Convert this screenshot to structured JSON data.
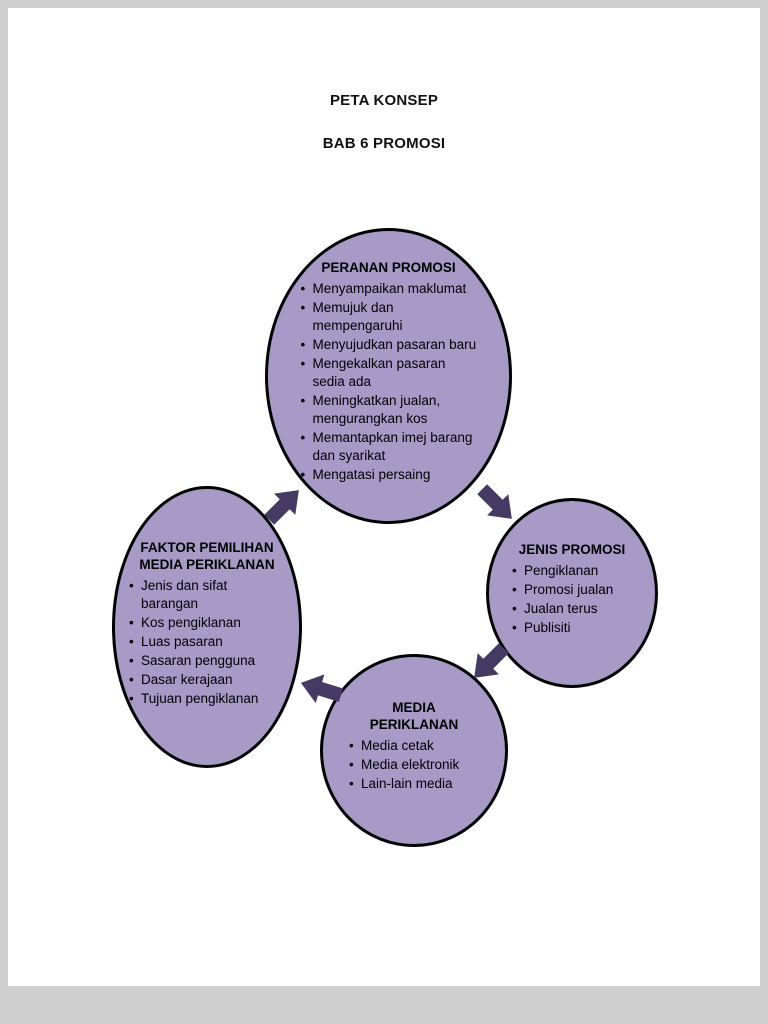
{
  "page": {
    "title": "PETA KONSEP",
    "subtitle": "BAB 6 PROMOSI"
  },
  "colors": {
    "ellipse_fill": "#a79ac7",
    "ellipse_border": "#000000",
    "arrow_color": "#453a63",
    "page_bg": "#ffffff",
    "frame_bg": "#cfcfcf"
  },
  "nodes": {
    "peranan": {
      "title": "PERANAN PROMOSI",
      "items": [
        "Menyampaikan maklumat",
        "Memujuk dan mempengaruhi",
        "Menyujudkan pasaran baru",
        "Mengekalkan pasaran sedia ada",
        "Meningkatkan jualan, mengurangkan kos",
        "Memantapkan imej barang dan syarikat",
        "Mengatasi persaing"
      ]
    },
    "jenis": {
      "title": "JENIS PROMOSI",
      "items": [
        "Pengiklanan",
        "Promosi jualan",
        "Jualan terus",
        "Publisiti"
      ]
    },
    "media": {
      "title": "MEDIA PERIKLANAN",
      "items": [
        "Media cetak",
        "Media elektronik",
        "Lain-lain media"
      ]
    },
    "faktor": {
      "title": "FAKTOR PEMILIHAN MEDIA PERIKLANAN",
      "items": [
        "Jenis dan sifat barangan",
        "Kos pengiklanan",
        "Luas pasaran",
        "Sasaran pengguna",
        "Dasar kerajaan",
        "Tujuan pengiklanan"
      ]
    }
  }
}
